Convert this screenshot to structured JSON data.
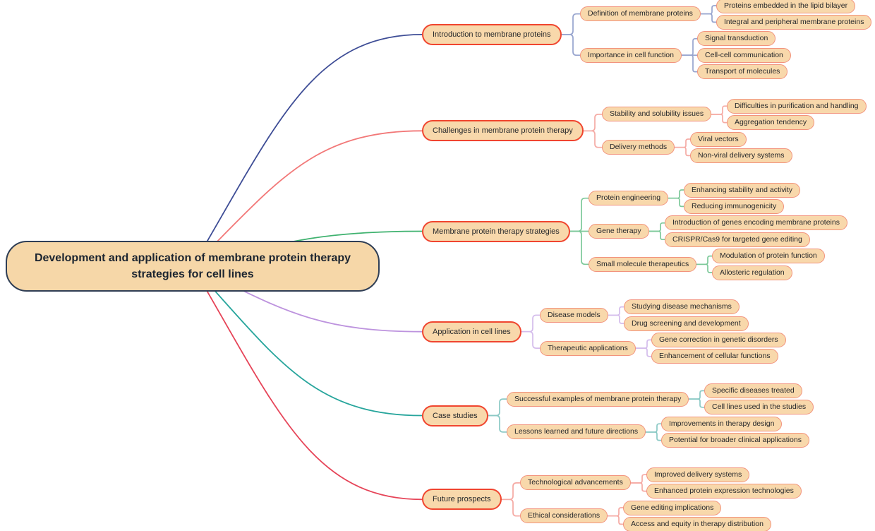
{
  "root": {
    "label": "Development and application of membrane protein therapy strategies for cell lines"
  },
  "palette": {
    "node_fill": "#F8D8AB",
    "root_fill": "#F6D7A8",
    "root_border": "#2F3E55",
    "branch_border": "#F0452F",
    "child_border": "#F2937D",
    "text_color": "#26282B",
    "root_text_color": "#1B2430",
    "background": "#FFFFFF"
  },
  "branches": [
    {
      "label": "Introduction to membrane proteins",
      "line_color": "#3E4D96",
      "child_line_color": "#97A4CE",
      "children": [
        {
          "label": "Definition of membrane proteins",
          "children": [
            {
              "label": "Proteins embedded in the lipid bilayer"
            },
            {
              "label": "Integral and peripheral membrane proteins"
            }
          ]
        },
        {
          "label": "Importance in cell function",
          "children": [
            {
              "label": "Signal transduction"
            },
            {
              "label": "Cell-cell communication"
            },
            {
              "label": "Transport of molecules"
            }
          ]
        }
      ]
    },
    {
      "label": "Challenges in membrane protein therapy",
      "line_color": "#F27878",
      "child_line_color": "#F5ABA5",
      "children": [
        {
          "label": "Stability and solubility issues",
          "children": [
            {
              "label": "Difficulties in purification and handling"
            },
            {
              "label": "Aggregation tendency"
            }
          ]
        },
        {
          "label": "Delivery methods",
          "children": [
            {
              "label": "Viral vectors"
            },
            {
              "label": "Non-viral delivery systems"
            }
          ]
        }
      ]
    },
    {
      "label": "Membrane protein therapy strategies",
      "line_color": "#3FB26F",
      "child_line_color": "#7DC99A",
      "children": [
        {
          "label": "Protein engineering",
          "children": [
            {
              "label": "Enhancing stability and activity"
            },
            {
              "label": "Reducing immunogenicity"
            }
          ]
        },
        {
          "label": "Gene therapy",
          "children": [
            {
              "label": "Introduction of genes encoding membrane proteins"
            },
            {
              "label": "CRISPR/Cas9 for targeted gene editing"
            }
          ]
        },
        {
          "label": "Small molecule therapeutics",
          "children": [
            {
              "label": "Modulation of protein function"
            },
            {
              "label": "Allosteric regulation"
            }
          ]
        }
      ]
    },
    {
      "label": "Application in cell lines",
      "line_color": "#BD93DE",
      "child_line_color": "#D4BCEC",
      "children": [
        {
          "label": "Disease models",
          "children": [
            {
              "label": "Studying disease mechanisms"
            },
            {
              "label": "Drug screening and development"
            }
          ]
        },
        {
          "label": "Therapeutic applications",
          "children": [
            {
              "label": "Gene correction in genetic disorders"
            },
            {
              "label": "Enhancement of cellular functions"
            }
          ]
        }
      ]
    },
    {
      "label": "Case studies",
      "line_color": "#27A59C",
      "child_line_color": "#8BC9C5",
      "children": [
        {
          "label": "Successful examples of membrane protein therapy",
          "children": [
            {
              "label": "Specific diseases treated"
            },
            {
              "label": "Cell lines used in the studies"
            }
          ]
        },
        {
          "label": "Lessons learned and future directions",
          "children": [
            {
              "label": "Improvements in therapy design"
            },
            {
              "label": "Potential for broader clinical applications"
            }
          ]
        }
      ]
    },
    {
      "label": "Future prospects",
      "line_color": "#E64458",
      "child_line_color": "#F5A9A3",
      "children": [
        {
          "label": "Technological advancements",
          "children": [
            {
              "label": "Improved delivery systems"
            },
            {
              "label": "Enhanced protein expression technologies"
            }
          ]
        },
        {
          "label": "Ethical considerations",
          "children": [
            {
              "label": "Gene editing implications"
            },
            {
              "label": "Access and equity in therapy distribution"
            }
          ]
        }
      ]
    }
  ]
}
